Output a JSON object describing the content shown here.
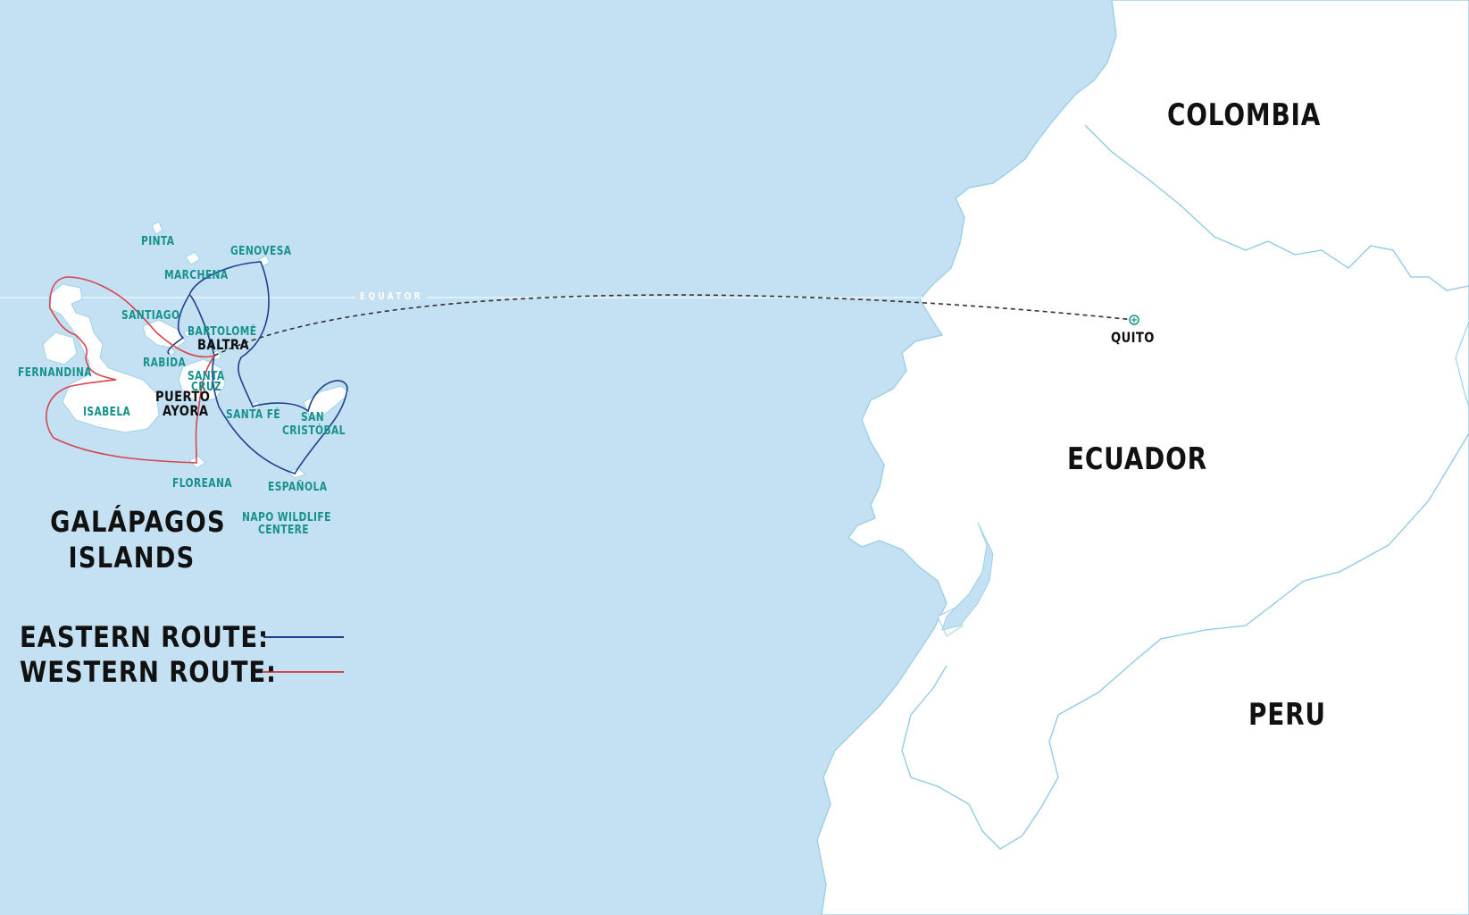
{
  "map": {
    "countries": {
      "colombia": "COLOMBIA",
      "ecuador": "ECUADOR",
      "peru": "PERU"
    },
    "equator_label": "EQUATOR",
    "capital": "QUITO",
    "region_title_line1": "GALÁPAGOS",
    "region_title_line2": "ISLANDS",
    "islands": {
      "pinta": "PINTA",
      "genovesa": "GENOVESA",
      "marchena": "MARCHENA",
      "santiago": "SANTIAGO",
      "bartolome": "BARTOLOMÉ",
      "rabida": "RABIDA",
      "fernandina": "FERNANDINA",
      "santa_cruz_1": "SANTA",
      "santa_cruz_2": "CRUZ",
      "isabela": "ISABELA",
      "santa_fe": "SANTA FÉ",
      "san_cristobal_1": "SAN",
      "san_cristobal_2": "CRISTÓBAL",
      "floreana": "FLOREANA",
      "espanola": "ESPAÑOLA",
      "napo_1": "NAPO WILDLIFE",
      "napo_2": "CENTERE"
    },
    "ports": {
      "baltra": "BALTRA",
      "puerto_ayora_1": "PUERTO",
      "puerto_ayora_2": "AYORA"
    }
  },
  "legend": {
    "eastern_label": "EASTERN ROUTE:",
    "western_label": "WESTERN ROUTE:"
  },
  "colors": {
    "ocean": "#c3e1f2",
    "land": "#ffffff",
    "river": "#8cc8e6",
    "island_label": "#17918c",
    "eastern_route": "#1e3f8f",
    "western_route": "#d64550",
    "flight_path": "#333333"
  }
}
